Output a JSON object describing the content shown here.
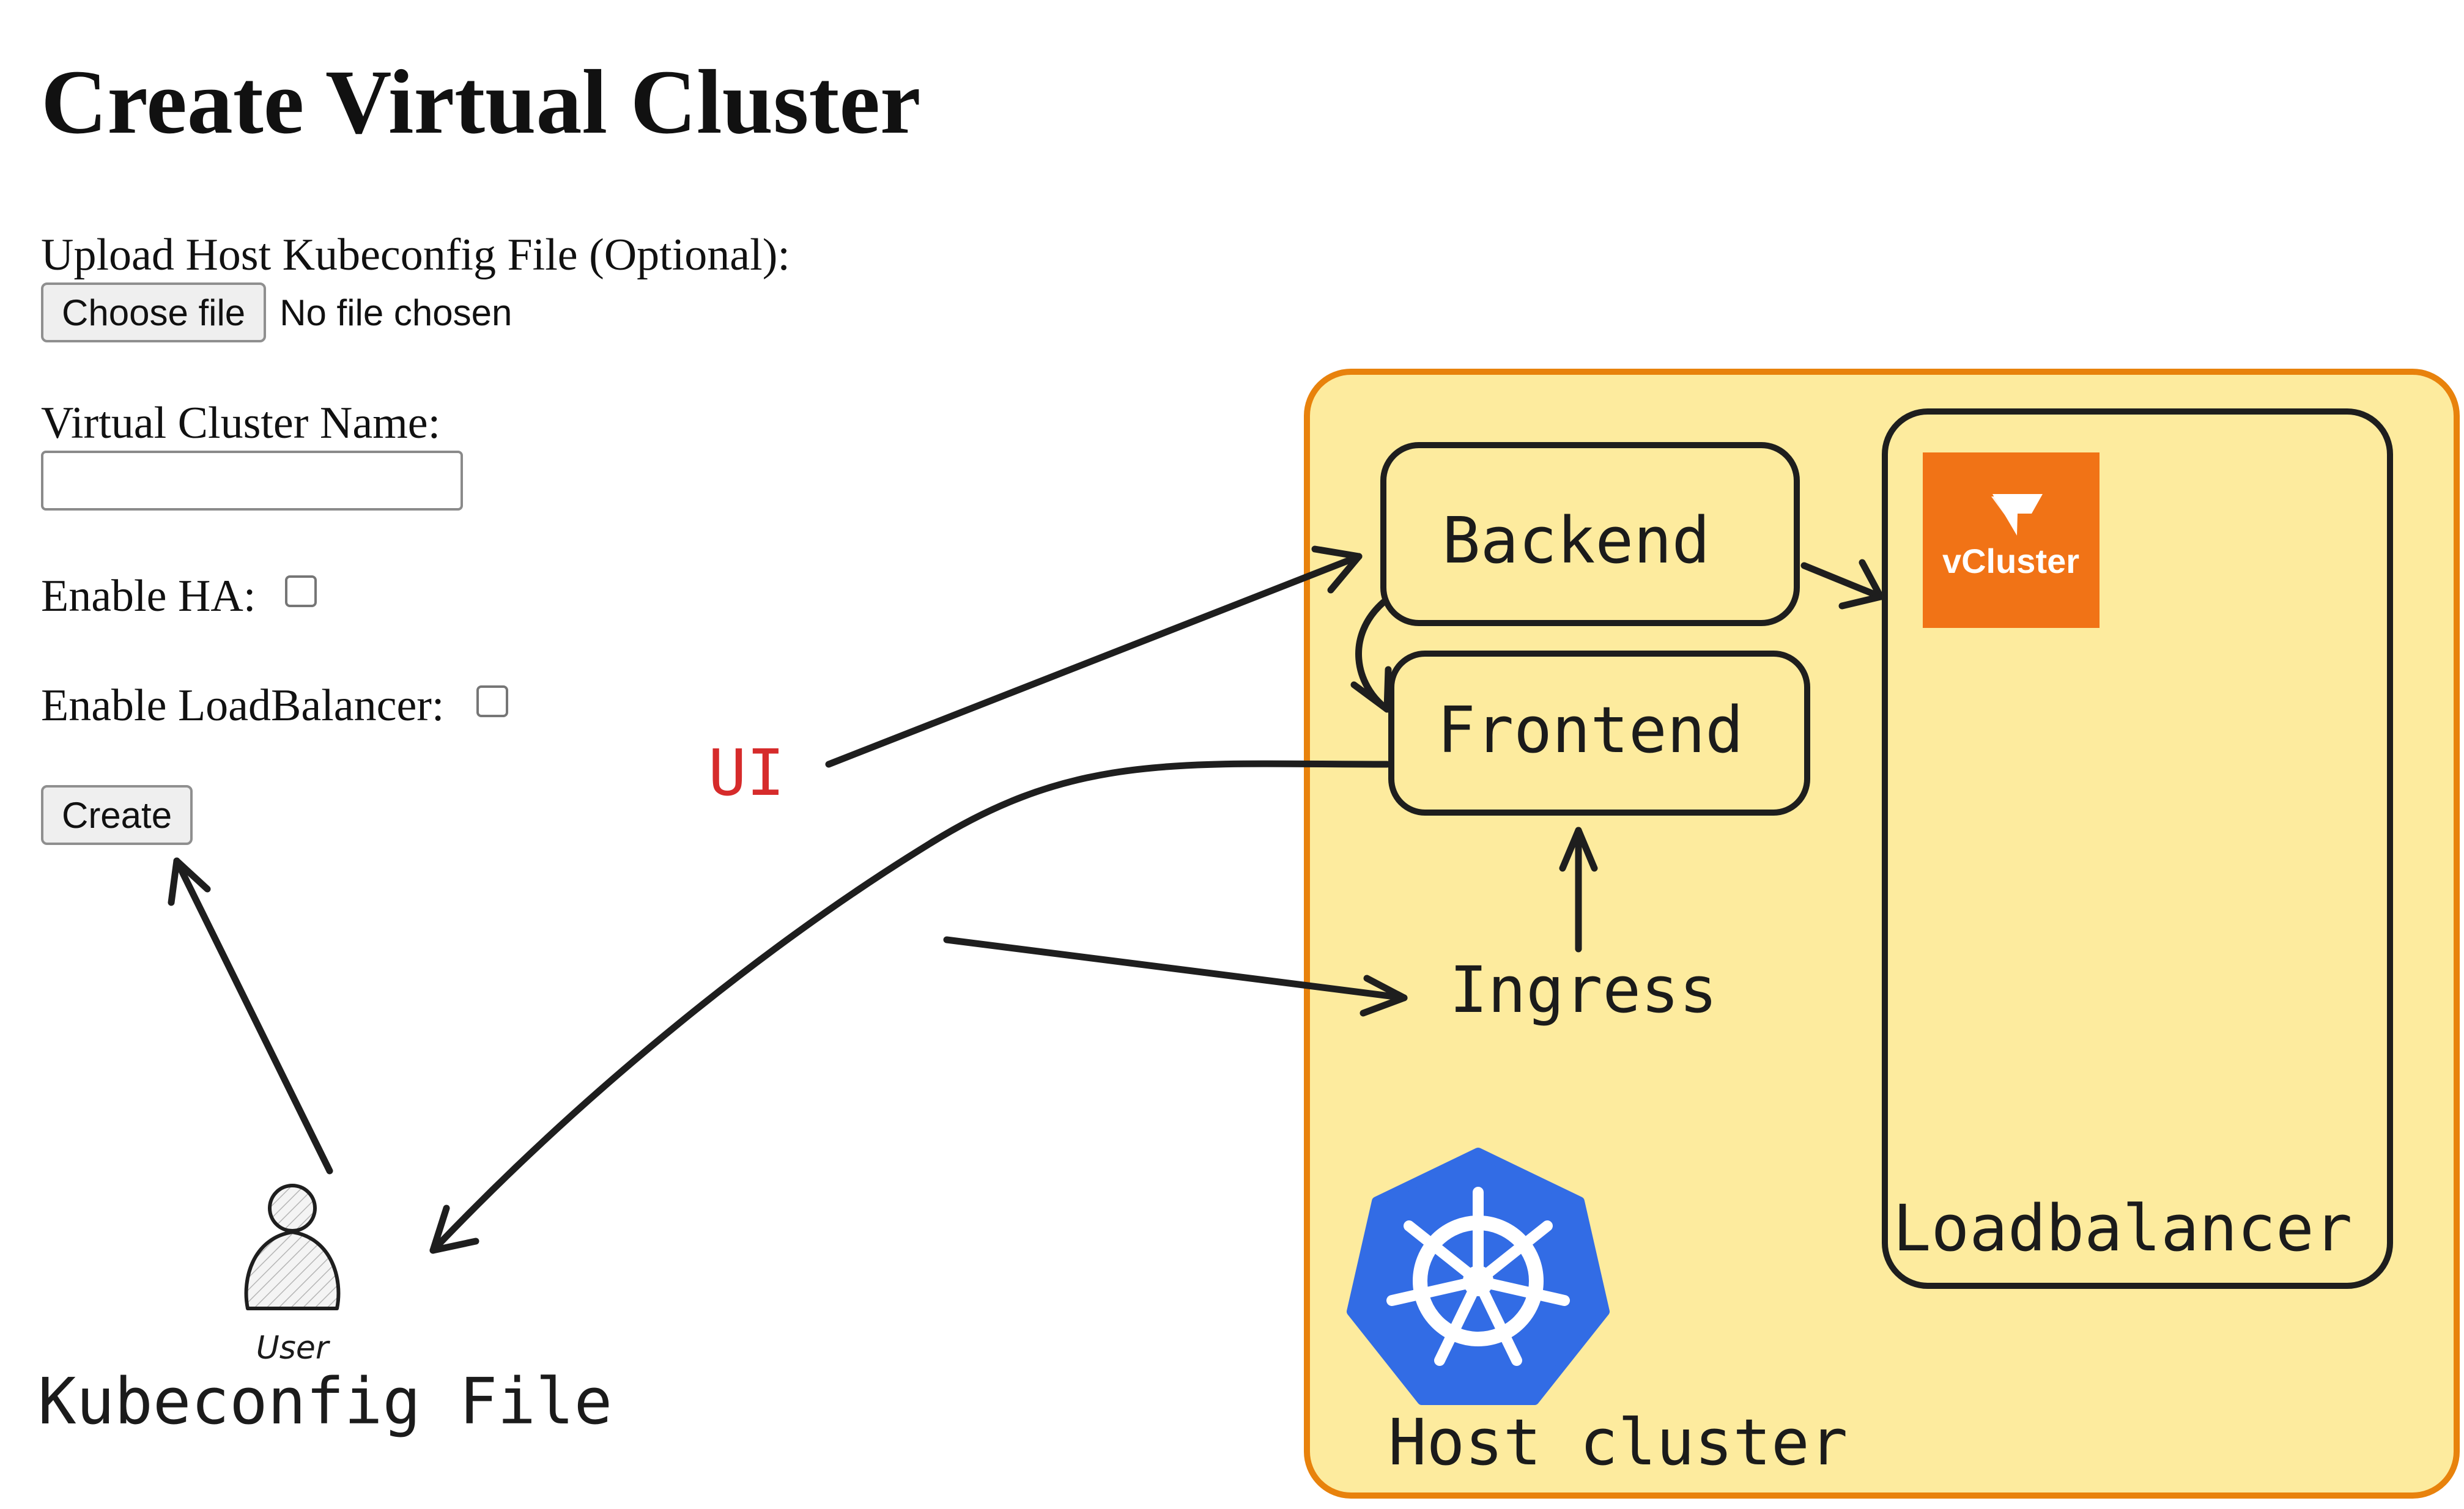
{
  "form": {
    "title": "Create Virtual Cluster",
    "upload_label": "Upload Host Kubeconfig File (Optional):",
    "choose_file_label": "Choose file",
    "file_status": "No file chosen",
    "name_label": "Virtual Cluster Name:",
    "name_value": "",
    "ha_label": "Enable HA:",
    "ha_checked": false,
    "lb_label": "Enable LoadBalancer:",
    "lb_checked": false,
    "create_label": "Create"
  },
  "diagram": {
    "ui_label": "UI",
    "backend_label": "Backend",
    "frontend_label": "Frontend",
    "ingress_label": "Ingress",
    "host_cluster_label": "Host cluster",
    "loadbalancer_label": "Loadbalancer",
    "vcluster_logo_text": "vCluster",
    "user_label": "User",
    "kubeconfig_label": "Kubeconfig File",
    "icons": [
      "kubernetes-icon",
      "vcluster-logo-icon",
      "user-icon"
    ],
    "colors": {
      "host_fill": "#fdeb9e",
      "host_border": "#e8820c",
      "ui_label": "#d62b2b",
      "kubernetes_blue": "#326ce5",
      "vcluster_orange": "#f17316",
      "stroke": "#1e1e1e"
    }
  }
}
